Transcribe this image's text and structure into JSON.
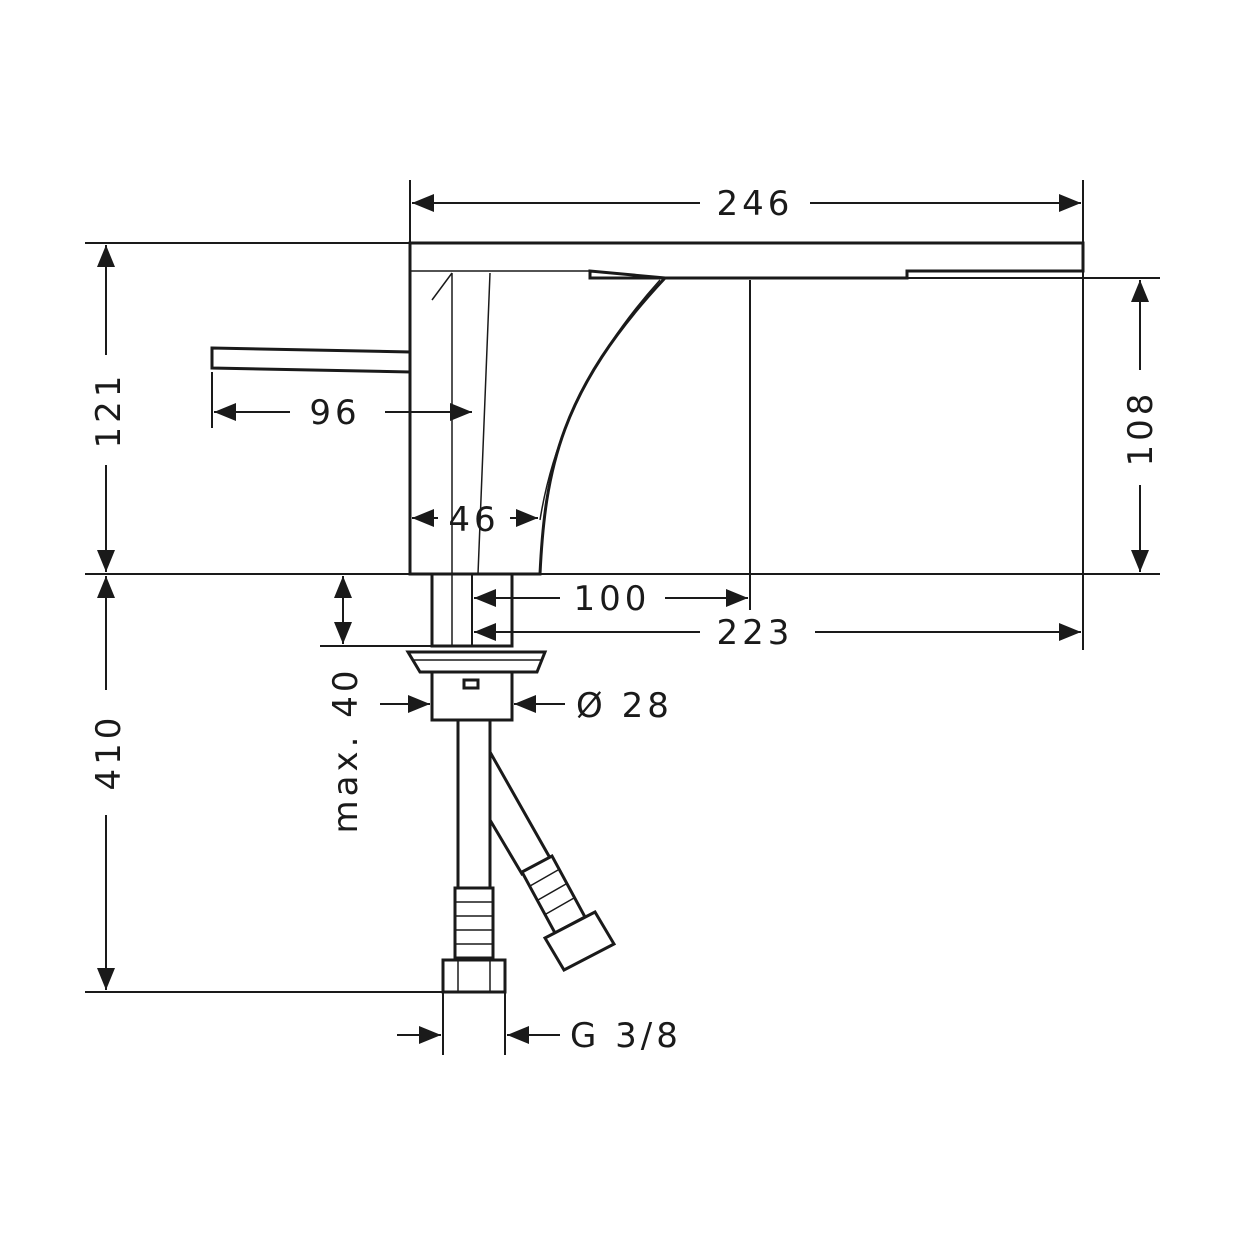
{
  "dimensions": {
    "overall_length": "246",
    "total_height": "121",
    "spout_height": "108",
    "lever_length": "96",
    "body_width": "46",
    "outlet_offset": "100",
    "spout_projection": "223",
    "max_deck_thickness": "max. 40",
    "shank_diameter": "Ø 28",
    "hose_length": "410",
    "connection_thread": "G 3/8"
  }
}
